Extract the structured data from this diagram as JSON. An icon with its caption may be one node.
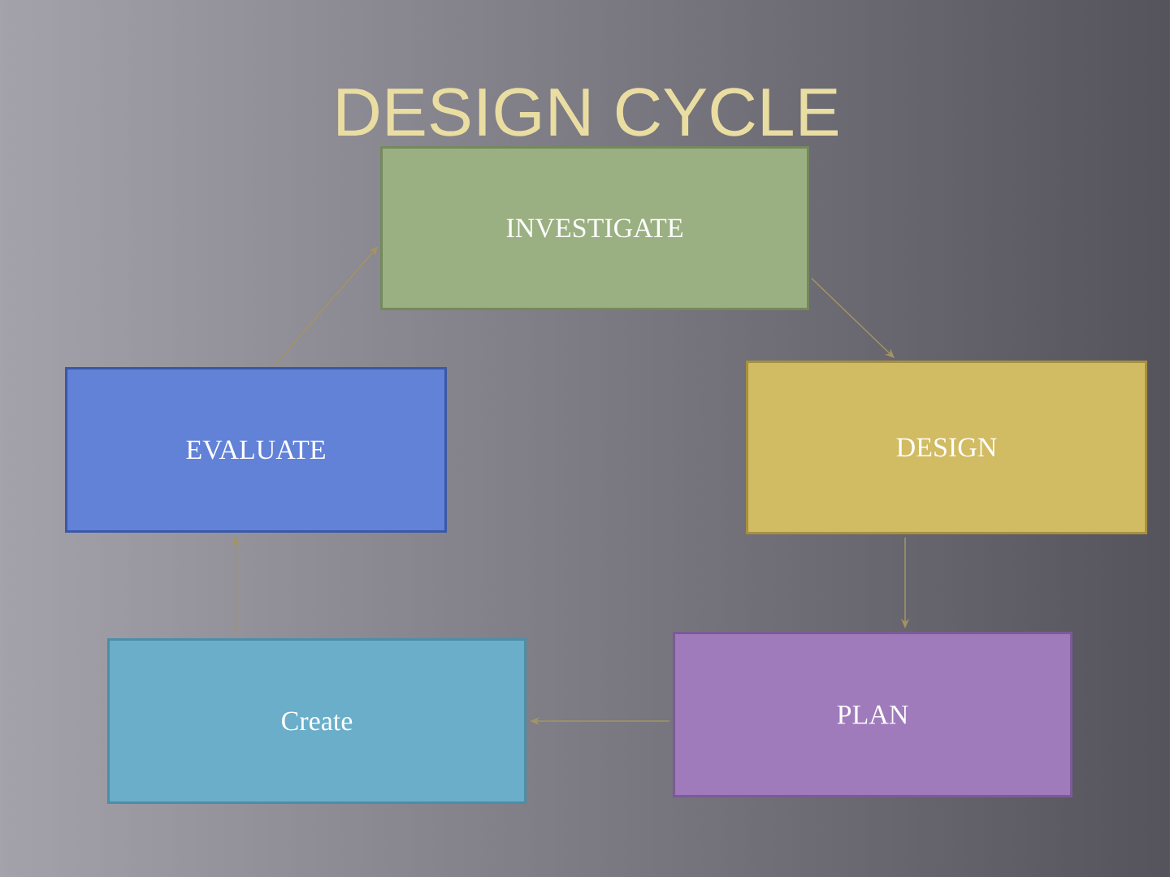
{
  "diagram": {
    "title": "DESIGN CYCLE",
    "nodes": [
      {
        "text": [
          "INVESTIGATE"
        ]
      },
      {
        "text": [
          "EVALUATE"
        ]
      },
      {
        "text": [
          "DESIGN"
        ]
      },
      {
        "text": [
          "Create"
        ]
      },
      {
        "text": [
          "PLAN"
        ]
      }
    ],
    "edges": [
      {
        "from": 0,
        "to": 2,
        "arrow": "to"
      },
      {
        "from": 2,
        "to": 4,
        "arrow": "to"
      },
      {
        "from": 4,
        "to": 3,
        "arrow": "to"
      },
      {
        "from": 3,
        "to": 1,
        "arrow": "to"
      },
      {
        "from": 1,
        "to": 0,
        "arrow": "to"
      }
    ]
  }
}
